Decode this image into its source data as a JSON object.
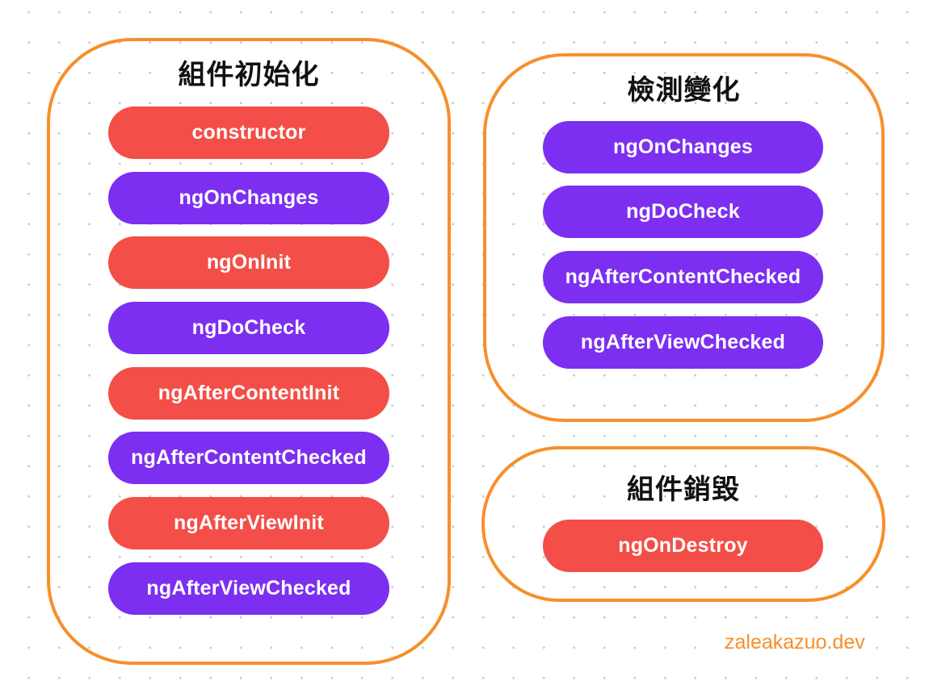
{
  "colors": {
    "frame": "#f78f2a",
    "red": "#f34e47",
    "purple": "#7c2ff0",
    "watermark": "#f78f2a"
  },
  "groups": [
    {
      "title": "組件初始化",
      "hooks": [
        {
          "label": "constructor",
          "color": "red"
        },
        {
          "label": "ngOnChanges",
          "color": "purple"
        },
        {
          "label": "ngOnInit",
          "color": "red"
        },
        {
          "label": "ngDoCheck",
          "color": "purple"
        },
        {
          "label": "ngAfterContentInit",
          "color": "red"
        },
        {
          "label": "ngAfterContentChecked",
          "color": "purple"
        },
        {
          "label": "ngAfterViewInit",
          "color": "red"
        },
        {
          "label": "ngAfterViewChecked",
          "color": "purple"
        }
      ]
    },
    {
      "title": "檢測變化",
      "hooks": [
        {
          "label": "ngOnChanges",
          "color": "purple"
        },
        {
          "label": "ngDoCheck",
          "color": "purple"
        },
        {
          "label": "ngAfterContentChecked",
          "color": "purple"
        },
        {
          "label": "ngAfterViewChecked",
          "color": "purple"
        }
      ]
    },
    {
      "title": "組件銷毀",
      "hooks": [
        {
          "label": "ngOnDestroy",
          "color": "red"
        }
      ]
    }
  ],
  "watermark": "zaleakazuo.dev"
}
